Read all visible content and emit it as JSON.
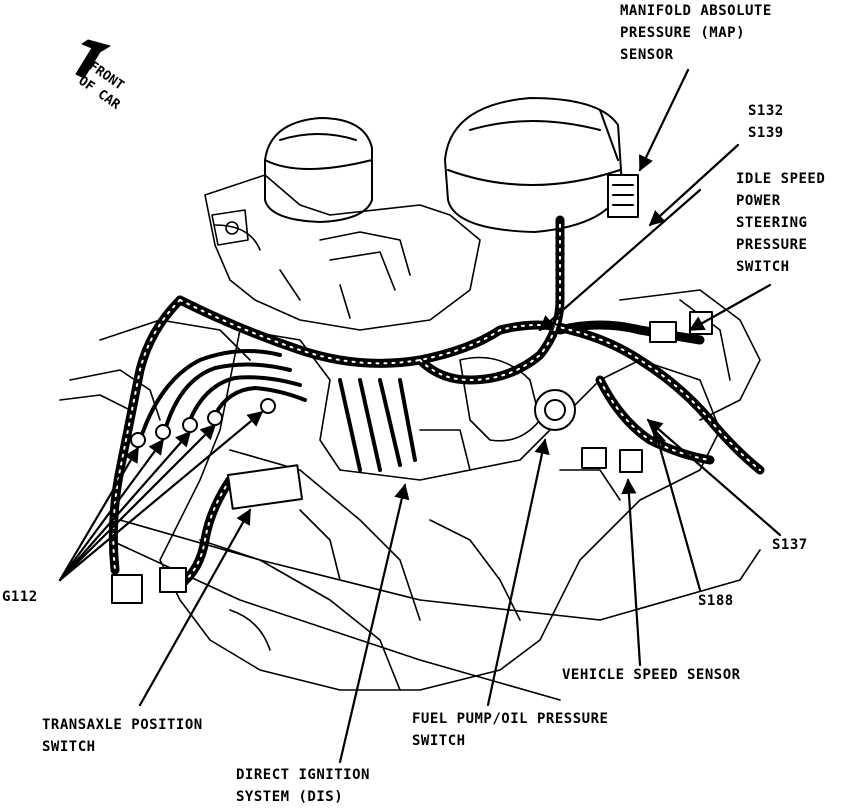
{
  "orientation": {
    "line1": "FRONT",
    "line2": "OF CAR"
  },
  "labels": {
    "map_line1": "MANIFOLD ABSOLUTE",
    "map_line2": "PRESSURE (MAP)",
    "map_line3": "SENSOR",
    "s132": "S132",
    "s139": "S139",
    "idle_line1": "IDLE SPEED",
    "idle_line2": "POWER",
    "idle_line3": "STEERING",
    "idle_line4": "PRESSURE",
    "idle_line5": "SWITCH",
    "s137": "S137",
    "s188": "S188",
    "vss": "VEHICLE SPEED SENSOR",
    "fuel_line1": "FUEL PUMP/OIL PRESSURE",
    "fuel_line2": "SWITCH",
    "dis_line1": "DIRECT IGNITION",
    "dis_line2": "SYSTEM (DIS)",
    "trans_line1": "TRANSAXLE POSITION",
    "trans_line2": "SWITCH",
    "g112": "G112"
  },
  "colors": {
    "ink": "#000000",
    "paper": "#ffffff"
  }
}
